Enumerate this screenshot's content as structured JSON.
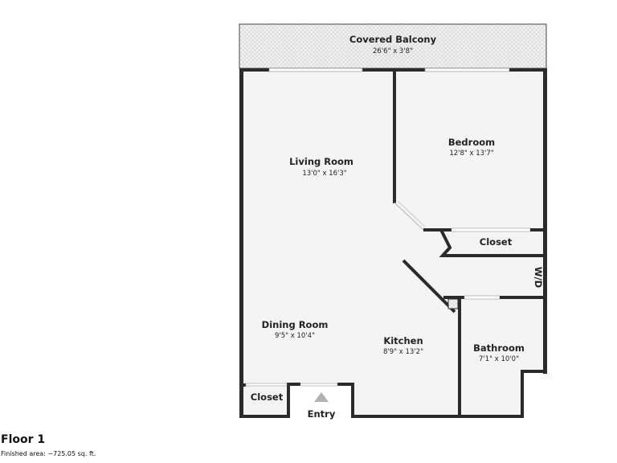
{
  "floor": {
    "title": "Floor 1",
    "finished_area": "Finished area: ~725.05 sq. ft."
  },
  "rooms": {
    "balcony": {
      "name": "Covered Balcony",
      "dims": "26'6\" x 3'8\""
    },
    "living": {
      "name": "Living Room",
      "dims": "13'0\" x 16'3\""
    },
    "bedroom": {
      "name": "Bedroom",
      "dims": "12'8\" x 13'7\""
    },
    "bedroom_closet": {
      "name": "Closet"
    },
    "wd": {
      "name": "W/D"
    },
    "dining": {
      "name": "Dining Room",
      "dims": "9'5\" x 10'4\""
    },
    "kitchen": {
      "name": "Kitchen",
      "dims": "8'9\" x 13'2\""
    },
    "bathroom": {
      "name": "Bathroom",
      "dims": "7'1\" x 10'0\""
    },
    "entry_closet": {
      "name": "Closet"
    },
    "entry": {
      "name": "Entry"
    }
  },
  "colors": {
    "wall": "#2b2b2b",
    "floor": "#f4f4f4",
    "balcony_hatch": "#d9d9d9"
  }
}
